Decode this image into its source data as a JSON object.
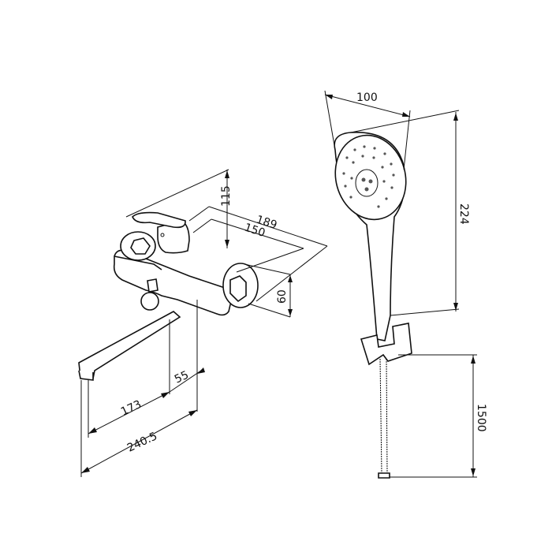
{
  "faucet": {
    "dimensions": {
      "height_above": "115",
      "depth_total": "189",
      "depth_body": "150",
      "rosette_height": "60",
      "spout_offset": "55",
      "spout_reach": "173",
      "total_reach": "240.5"
    }
  },
  "hand_shower": {
    "dimensions": {
      "head_width": "100",
      "shower_length": "224",
      "hose_length": "1500"
    }
  }
}
